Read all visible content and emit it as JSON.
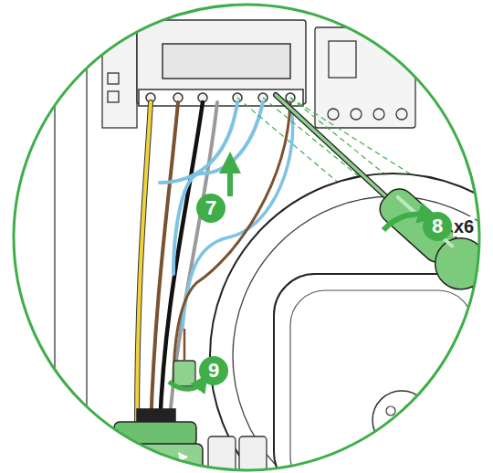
{
  "diagram": {
    "labels": [
      "7",
      "8",
      "x6",
      "9"
    ]
  }
}
